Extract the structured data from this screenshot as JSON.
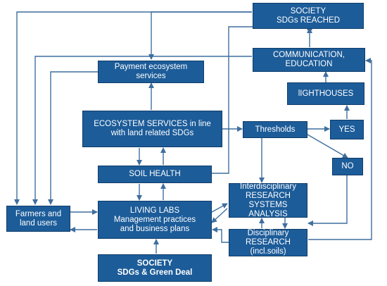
{
  "nodes": {
    "society_sdgs_reached": "SOCIETY\nSDGs REACHED",
    "communication_education": "COMMUNICATION,\nEDUCATION",
    "lighthouses": "lIGHTHOUSES",
    "payment_ecosystem": "Payment ecosystem\nservices",
    "ecosystem_services": "ECOSYSTEM SERVICES in line\nwith land related SDGs",
    "thresholds": "Thresholds",
    "yes": "YES",
    "no": "NO",
    "soil_health": "SOIL HEALTH",
    "farmers": "Farmers and\nland users",
    "living_labs": "LIVING LABS\nManagement practices\nand business plans",
    "interdisciplinary": "Interdisciplinary\nRESEARCH\nSYSTEMS ANALYSIS",
    "disciplinary": "Disciplinary\nRESEARCH (incl.soils)",
    "society_green_deal": "SOCIETY\nSDGs & Green Deal"
  },
  "colors": {
    "box_fill": "#1c5c99",
    "box_border": "#0f3d6b",
    "arrow": "#3f6e9e",
    "text": "#ffffff"
  }
}
